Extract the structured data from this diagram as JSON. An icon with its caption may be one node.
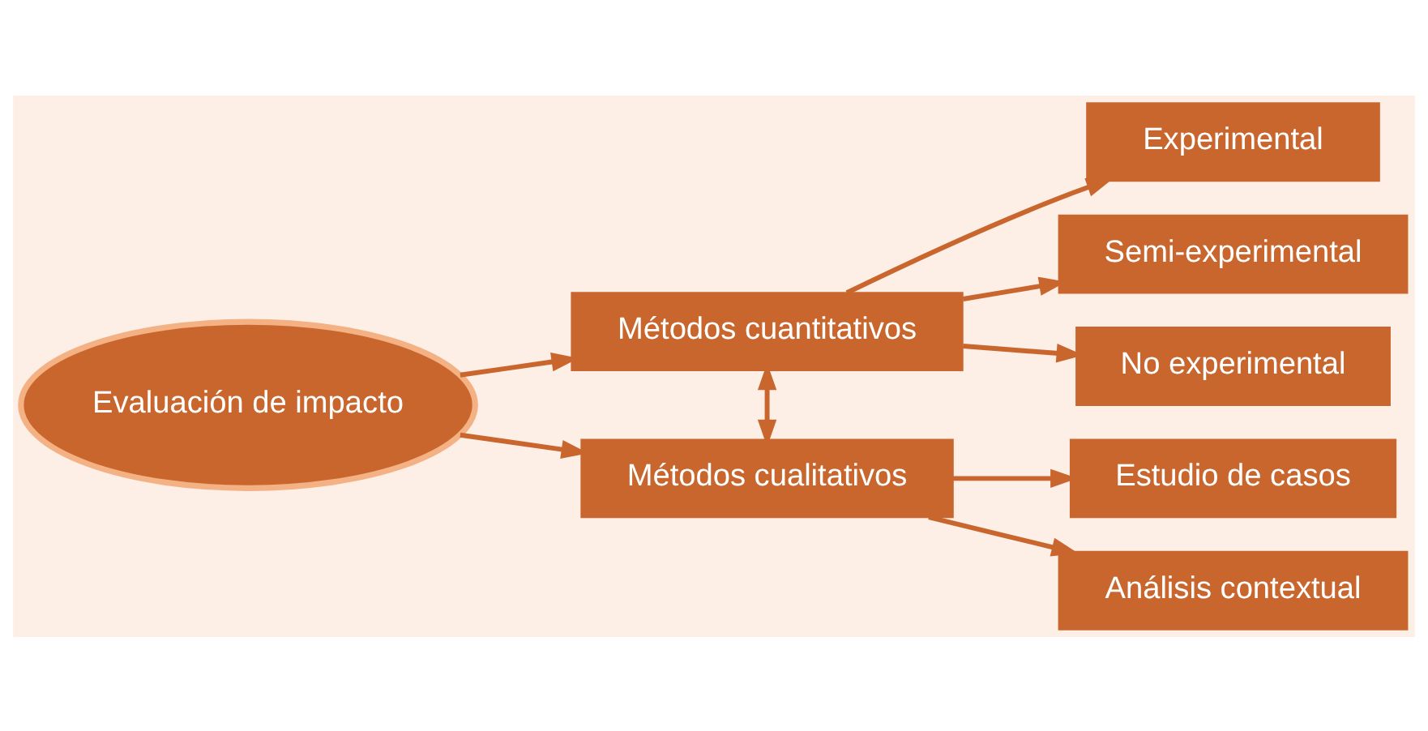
{
  "diagram": {
    "nodes": [
      {
        "text": [
          "Evaluación de impacto"
        ]
      },
      {
        "text": [
          "Métodos cuantitativos"
        ]
      },
      {
        "text": [
          "Métodos cualitativos"
        ]
      },
      {
        "text": [
          "Experimental"
        ]
      },
      {
        "text": [
          "Semi-experimental"
        ]
      },
      {
        "text": [
          "No experimental"
        ]
      },
      {
        "text": [
          "Estudio de casos"
        ]
      },
      {
        "text": [
          "Análisis contextual"
        ]
      }
    ],
    "edges": [
      {
        "from": 0,
        "to": 1,
        "arrow": "to"
      },
      {
        "from": 0,
        "to": 2,
        "arrow": "to"
      },
      {
        "from": 1,
        "to": 2,
        "arrow": "both"
      },
      {
        "from": 1,
        "to": 3,
        "arrow": "to"
      },
      {
        "from": 1,
        "to": 4,
        "arrow": "to"
      },
      {
        "from": 1,
        "to": 5,
        "arrow": "to"
      },
      {
        "from": 2,
        "to": 6,
        "arrow": "to"
      },
      {
        "from": 2,
        "to": 7,
        "arrow": "to"
      }
    ]
  }
}
